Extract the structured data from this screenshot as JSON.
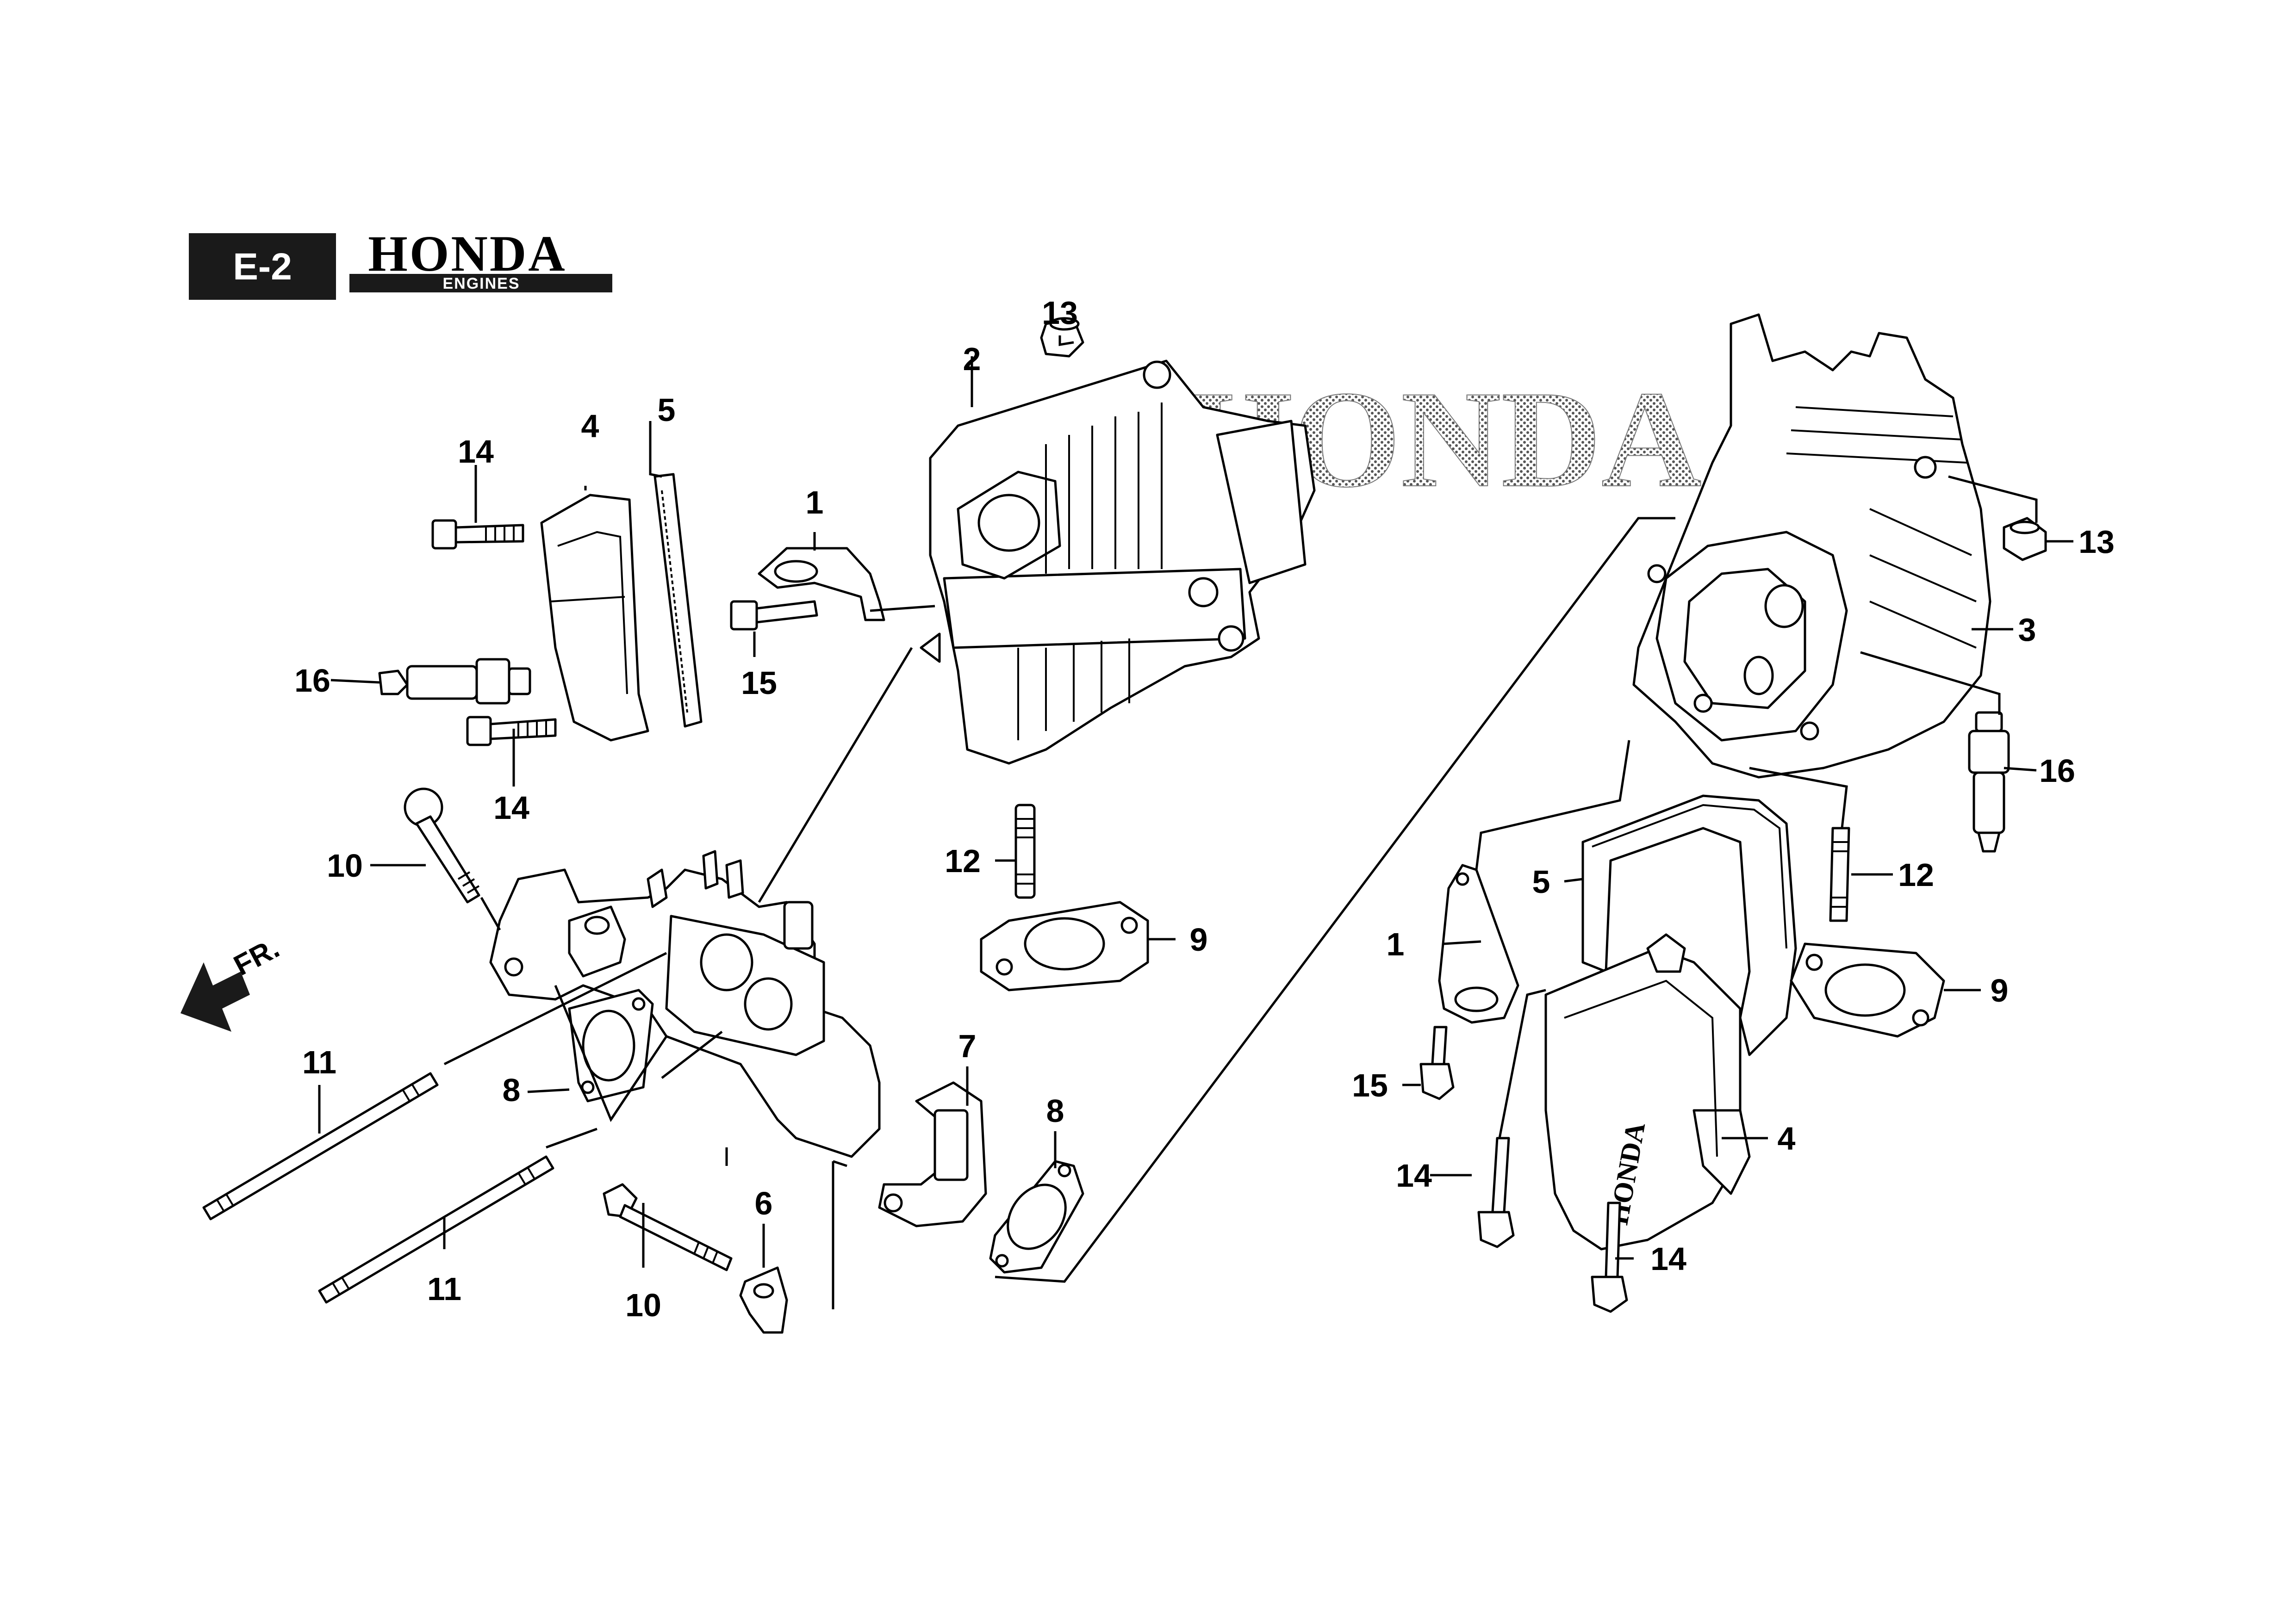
{
  "header": {
    "section_code": "E-2",
    "brand_name": "HONDA",
    "brand_subtitle": "ENGINES"
  },
  "watermark": {
    "text": "HONDA"
  },
  "direction_indicator": {
    "label": "FR."
  },
  "cover_stamp": {
    "text": "HONDA"
  },
  "callouts": {
    "c1_left": "1",
    "c1_right": "1",
    "c2": "2",
    "c3": "3",
    "c4_left": "4",
    "c4_right": "4",
    "c5_left": "5",
    "c5_right": "5",
    "c6": "6",
    "c7": "7",
    "c8_left": "8",
    "c8_right": "8",
    "c9_left": "9",
    "c9_right": "9",
    "c10_top": "10",
    "c10_bottom": "10",
    "c11_top": "11",
    "c11_bottom": "11",
    "c12_left": "12",
    "c12_right": "12",
    "c13_top": "13",
    "c13_right": "13",
    "c14_top": "14",
    "c14_mid": "14",
    "c14_right_a": "14",
    "c14_right_b": "14",
    "c15_left": "15",
    "c15_right": "15",
    "c16_left": "16",
    "c16_right": "16"
  }
}
